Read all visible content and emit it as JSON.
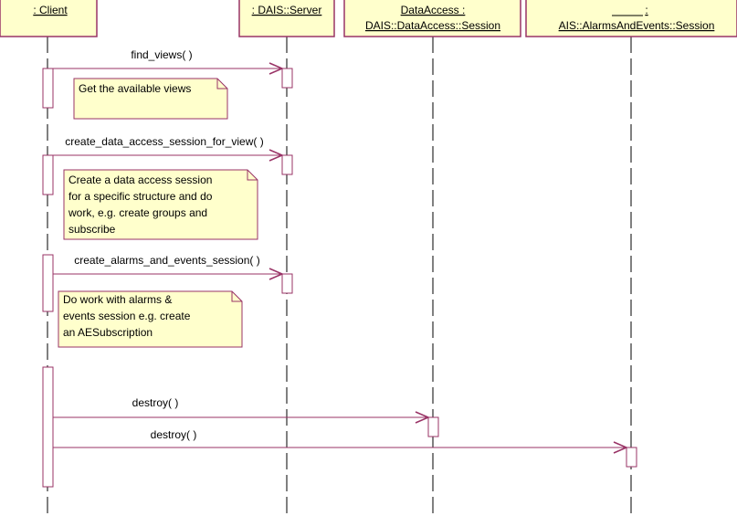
{
  "colors": {
    "background": "#ffffff",
    "box_fill": "#ffffcc",
    "box_stroke": "#993366",
    "message_line": "#993366",
    "text": "#000000"
  },
  "lifelines": [
    {
      "id": "client",
      "name_lines": [
        ": Client"
      ]
    },
    {
      "id": "server",
      "name_lines": [
        ": DAIS::Server"
      ]
    },
    {
      "id": "da_session",
      "name_lines": [
        "DataAccess :",
        "DAIS::DataAccess::Session"
      ]
    },
    {
      "id": "ae_session",
      "name_lines": [
        ":",
        "AIS::AlarmsAndEvents::Session"
      ]
    }
  ],
  "messages": [
    {
      "label": "find_views( )",
      "from": "client",
      "to": "server"
    },
    {
      "label": "create_data_access_session_for_view( )",
      "from": "client",
      "to": "server"
    },
    {
      "label": "create_alarms_and_events_session( )",
      "from": "client",
      "to": "server"
    },
    {
      "label": "destroy( )",
      "from": "client",
      "to": "da_session"
    },
    {
      "label": "destroy( )",
      "from": "client",
      "to": "ae_session"
    }
  ],
  "notes": [
    {
      "lines": [
        "Get the available views"
      ]
    },
    {
      "lines": [
        "Create a data access session",
        "for a specific structure and do",
        "work, e.g.  create groups  and",
        "subscribe"
      ]
    },
    {
      "lines": [
        "Do work with alarms &",
        "events session e.g. create",
        "an AESubscription"
      ]
    }
  ]
}
